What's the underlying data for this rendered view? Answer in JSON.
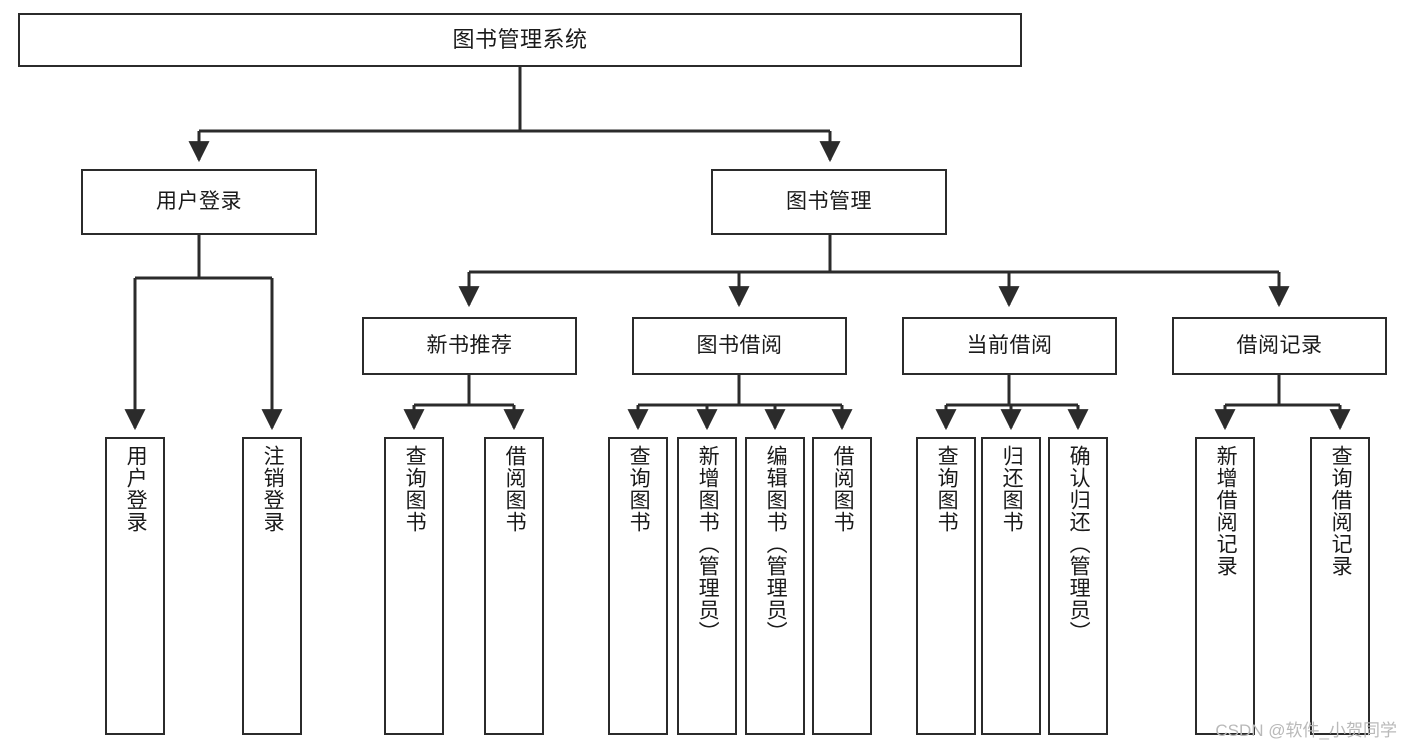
{
  "diagram": {
    "title": "图书管理系统",
    "type": "hierarchy-tree",
    "watermark": "CSDN @软件_小贺同学",
    "colors": {
      "box_border": "#2b2b2b",
      "box_fill": "#ffffff",
      "edge": "#2b2b2b",
      "text": "#1a1a1a",
      "watermark": "#b9b9b9"
    },
    "levels": {
      "root": "图书管理系统",
      "level2": [
        "用户登录",
        "图书管理"
      ],
      "level3": [
        "新书推荐",
        "图书借阅",
        "当前借阅",
        "借阅记录"
      ],
      "leaves": [
        "用户登录",
        "注销登录",
        "查询图书",
        "借阅图书",
        "查询图书",
        "新增图书（管理员）",
        "编辑图书（管理员）",
        "借阅图书",
        "查询图书",
        "归还图书",
        "确认归还（管理员）",
        "新增借阅记录",
        "查询借阅记录"
      ]
    }
  },
  "nodes": {
    "root": {
      "label": "图书管理系统"
    },
    "user_login": {
      "label": "用户登录"
    },
    "book_manage": {
      "label": "图书管理"
    },
    "new_book_rec": {
      "label": "新书推荐"
    },
    "book_borrow": {
      "label": "图书借阅"
    },
    "current_borrow": {
      "label": "当前借阅"
    },
    "borrow_record": {
      "label": "借阅记录"
    },
    "leaf_user_login": {
      "label": "用户登录"
    },
    "leaf_logout": {
      "label": "注销登录"
    },
    "leaf_query_book_a": {
      "label": "查询图书"
    },
    "leaf_borrow_book_a": {
      "label": "借阅图书"
    },
    "leaf_query_book_b": {
      "label": "查询图书"
    },
    "leaf_add_book": {
      "label": "新增图书（管理员）"
    },
    "leaf_edit_book": {
      "label": "编辑图书（管理员）"
    },
    "leaf_borrow_book_b": {
      "label": "借阅图书"
    },
    "leaf_query_book_c": {
      "label": "查询图书"
    },
    "leaf_return_book": {
      "label": "归还图书"
    },
    "leaf_confirm_return": {
      "label": "确认归还（管理员）"
    },
    "leaf_add_record": {
      "label": "新增借阅记录"
    },
    "leaf_query_record": {
      "label": "查询借阅记录"
    }
  },
  "footer": {
    "watermark": "CSDN @软件_小贺同学"
  }
}
